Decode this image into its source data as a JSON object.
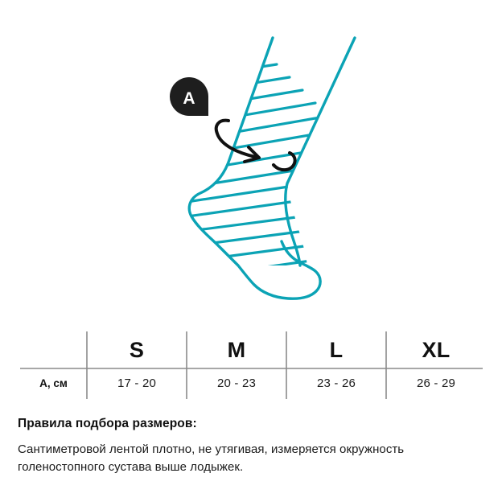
{
  "colors": {
    "teal": "#0BA3B5",
    "badge": "#1E1E1E",
    "rule": "#8a8a8a",
    "text": "#1a1a1a"
  },
  "illustration": {
    "badge_label": "A",
    "badge_icon": "measurement-point-pin-icon",
    "arrow_icon": "curved-measure-arrow-icon",
    "leg_icon": "bandaged-ankle-leg-icon"
  },
  "table": {
    "row_label": "А, см",
    "sizes": [
      "S",
      "M",
      "L",
      "XL"
    ],
    "values": [
      "17 - 20",
      "20 - 23",
      "23 - 26",
      "26 - 29"
    ]
  },
  "notes": {
    "title": "Правила подбора размеров:",
    "body": "Сантиметровой лентой плотно, не утягивая, измеряется окружность голеностопного сустава выше лодыжек."
  }
}
